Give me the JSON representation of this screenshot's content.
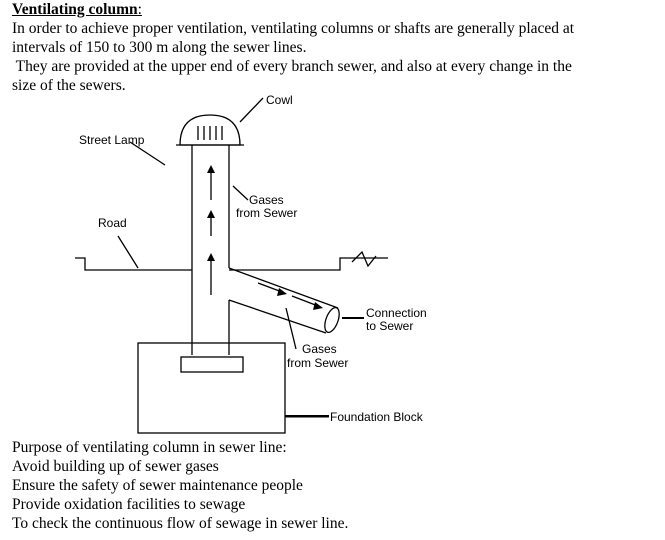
{
  "heading": "Ventilating column",
  "heading_colon": ":",
  "intro": {
    "line1": "In order to achieve proper ventilation, ventilating columns or shafts are generally placed at",
    "line2": "intervals of 150 to 300 m along the sewer lines.",
    "line3": " They are provided at the upper end of every branch sewer, and also at every change in the",
    "line4": "size of the sewers."
  },
  "diagram": {
    "cowl": "Cowl",
    "street_lamp": "Street Lamp",
    "gases_upper_1": "Gases",
    "gases_upper_2": "from Sewer",
    "road": "Road",
    "connection_1": "Connection",
    "connection_2": "to Sewer",
    "gases_lower_1": "Gases",
    "gases_lower_2": "from Sewer",
    "foundation_block": "Foundation Block"
  },
  "purpose": {
    "title": "Purpose of ventilating column in sewer line:",
    "items": [
      "Avoid building up of sewer gases",
      "Ensure the safety of sewer maintenance people",
      "Provide oxidation facilities to sewage",
      "To check the continuous flow of sewage in sewer line."
    ]
  }
}
